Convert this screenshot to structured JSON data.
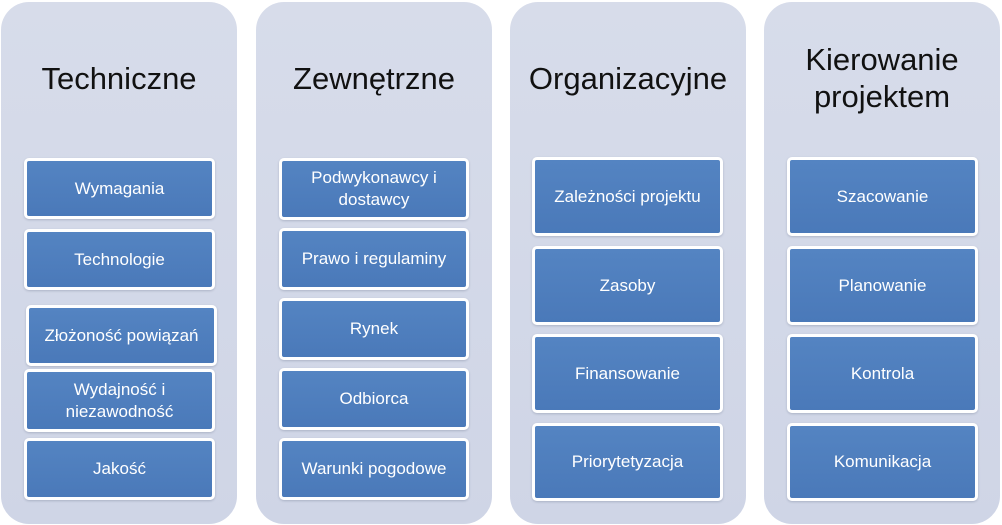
{
  "columns": [
    {
      "title": "Techniczne",
      "items": [
        "Wymagania",
        "Technologie",
        "Złożoność powiązań",
        "Wydajność i\nniezawodność",
        "Jakość"
      ]
    },
    {
      "title": "Zewnętrzne",
      "items": [
        "Podwykonawcy i\ndostawcy",
        "Prawo i regulaminy",
        "Rynek",
        "Odbiorca",
        "Warunki pogodowe"
      ]
    },
    {
      "title": "Organizacyjne",
      "items": [
        "Zależności projektu",
        "Zasoby",
        "Finansowanie",
        "Priorytetyzacja"
      ]
    },
    {
      "title": "Kierowanie\nprojektem",
      "items": [
        "Szacowanie",
        "Planowanie",
        "Kontrola",
        "Komunikacja"
      ]
    }
  ],
  "colors": {
    "panel": "#d3d9e8",
    "box": "#4f80bd",
    "box_border": "#ffffff",
    "title_text": "#111111",
    "box_text": "#ffffff"
  }
}
